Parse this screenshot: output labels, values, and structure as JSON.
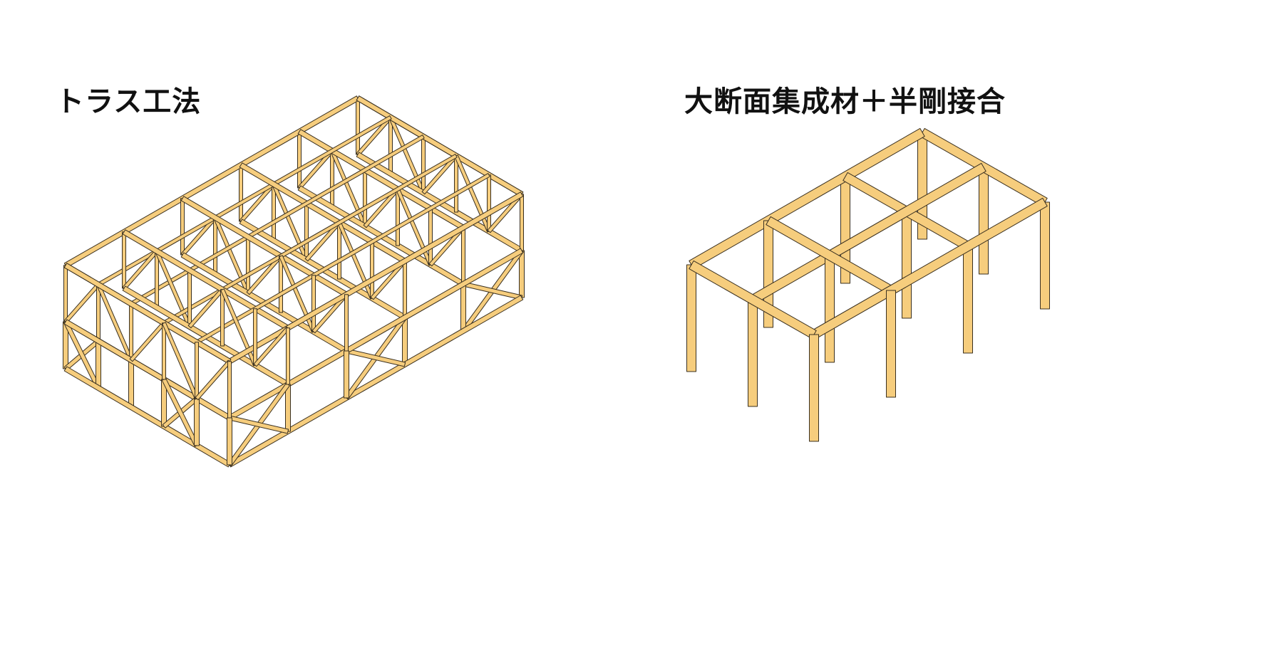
{
  "titles": {
    "left": "トラス工法",
    "right": "大断面集成材＋半剛接合"
  },
  "colors": {
    "wood": "#f6cd7d",
    "outline": "#3a3020",
    "title": "#111111",
    "background": "#ffffff"
  },
  "diagrams": [
    {
      "name": "truss-frame",
      "members": "light timber members with diagonal truss bracing"
    },
    {
      "name": "glulam-frame",
      "members": "large-section glulam columns and beams with semi-rigid joints"
    }
  ]
}
